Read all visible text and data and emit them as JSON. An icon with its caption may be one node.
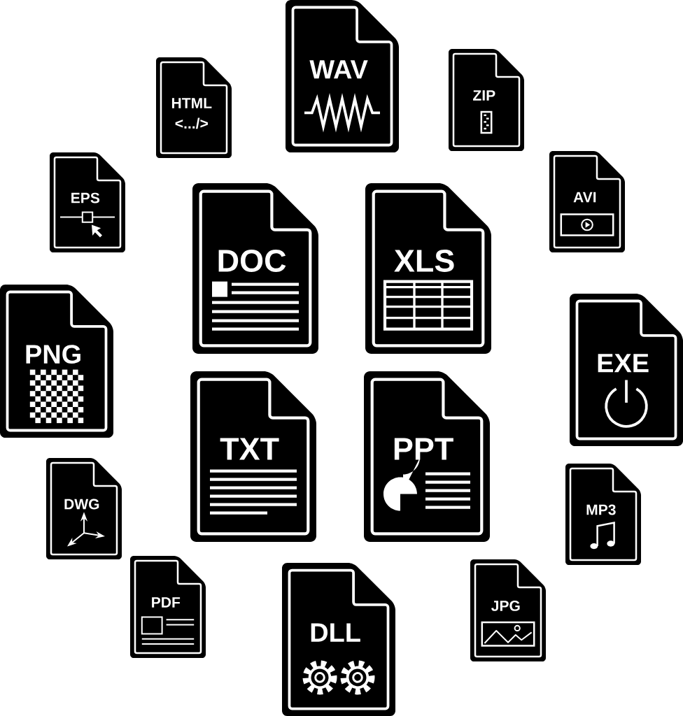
{
  "diagram": {
    "nodes": [
      {
        "text": [
          "WAV"
        ]
      },
      {
        "text": [
          "ZIP"
        ]
      },
      {
        "text": [
          "HTML",
          "<.../>"
        ]
      },
      {
        "text": [
          "AVI"
        ]
      },
      {
        "text": [
          "EPS"
        ]
      },
      {
        "text": [
          "DOC"
        ]
      },
      {
        "text": [
          "XLS"
        ]
      },
      {
        "text": [
          "PNG"
        ]
      },
      {
        "text": [
          "EXE"
        ]
      },
      {
        "text": [
          "TXT"
        ]
      },
      {
        "text": [
          "PPT"
        ]
      },
      {
        "text": [
          "DWG"
        ]
      },
      {
        "text": [
          "MP3"
        ]
      },
      {
        "text": [
          "PDF"
        ]
      },
      {
        "text": [
          "JPG"
        ]
      },
      {
        "text": [
          "DLL"
        ]
      }
    ]
  }
}
